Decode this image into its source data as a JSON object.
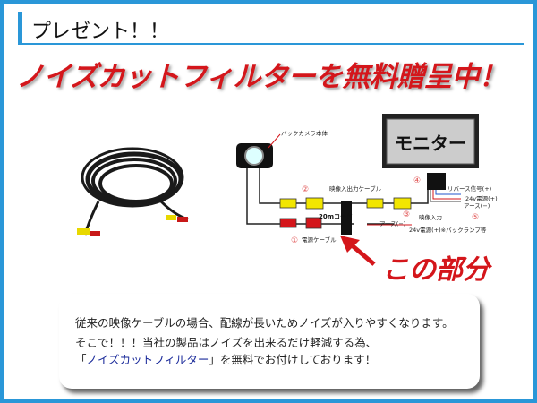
{
  "header": {
    "label": "プレゼント！！"
  },
  "headline": "ノイズカットフィルターを無料贈呈中！",
  "diagram": {
    "camera_label": "バックカメラ本体",
    "monitor_label": "モニター",
    "cable_20m": "20mコード",
    "video_io_cable": "映像入出力ケーブル",
    "power_cable": "電源ケーブル",
    "video_input": "映像入力",
    "reverse_signal": "リバース信号(+)",
    "power_24v": "24v電源(+)",
    "ground": "アース(−)",
    "ground2": "アース(−)",
    "power_24v_backlamp": "24v電源(+)※バックランプ等",
    "markers": [
      "①",
      "②",
      "③",
      "④",
      "⑤"
    ],
    "callout": "この部分"
  },
  "description": {
    "line1": "従来の映像ケーブルの場合、配線が長いためノイズが入りやすくなります。",
    "line2": "そこで！！！当社の製品はノイズを出来るだけ軽減する為、",
    "line3_open": "「",
    "line3_highlight": "ノイズカットフィルター",
    "line3_rest": "」を無料でお付けしております！"
  },
  "colors": {
    "border": "#2a97d8",
    "accent_red": "#d4161b",
    "connector_yellow": "#f2e600",
    "connector_red": "#d4161b",
    "highlight_text": "#1a2a9a"
  }
}
